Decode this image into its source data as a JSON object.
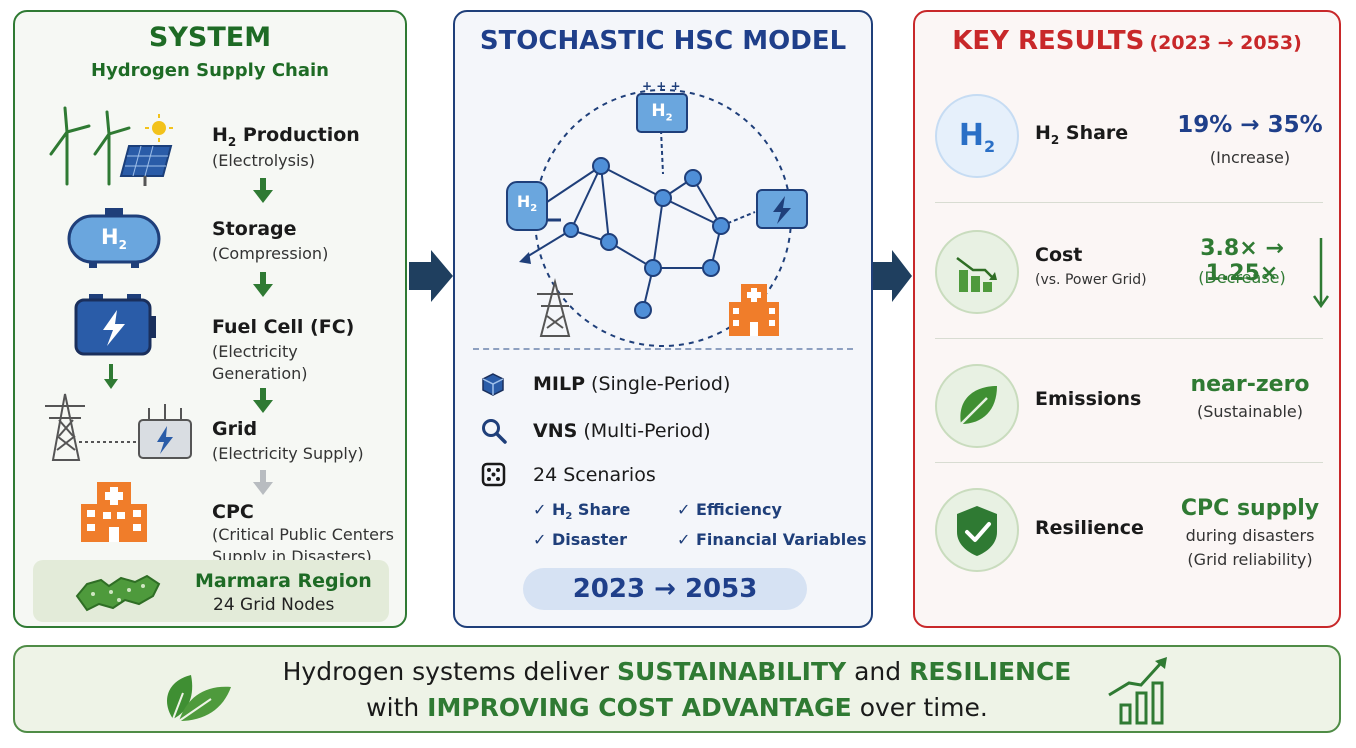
{
  "system": {
    "title": "SYSTEM",
    "subtitle": "Hydrogen Supply Chain",
    "steps": [
      {
        "label_pre": "H",
        "label_sub": "2",
        "label_post": " Production",
        "sub": "(Electrolysis)"
      },
      {
        "label": "Storage",
        "sub": "(Compression)"
      },
      {
        "label": "Fuel Cell (FC)",
        "sub1": "(Electricity",
        "sub2": "Generation)"
      },
      {
        "label": "Grid",
        "sub": "(Electricity Supply)"
      },
      {
        "label": "CPC",
        "sub1": "(Critical Public Centers",
        "sub2": "Supply in Disasters)"
      }
    ],
    "region": {
      "name": "Marmara Region",
      "nodes": "24 Grid Nodes"
    },
    "tank_text": "H",
    "tank_sub": "2"
  },
  "model": {
    "title": "STOCHASTIC HSC MODEL",
    "items": [
      {
        "bold": "MILP",
        "rest": " (Single-Period)"
      },
      {
        "bold": "VNS",
        "rest": " (Multi-Period)"
      },
      {
        "bold": "",
        "rest": "24 Scenarios"
      }
    ],
    "checks": [
      {
        "pre": "✓ H",
        "sub": "2",
        "post": " Share"
      },
      {
        "pre": "✓ Efficiency",
        "sub": "",
        "post": ""
      },
      {
        "pre": "✓ Disaster",
        "sub": "",
        "post": ""
      },
      {
        "pre": "✓ Financial Variables",
        "sub": "",
        "post": ""
      }
    ],
    "period": "2023 → 2053",
    "icon_h2": "H",
    "icon_h2_sub": "2"
  },
  "results": {
    "title": "KEY RESULTS",
    "title_range": "(2023 → 2053)",
    "rows": [
      {
        "name_pre": "H",
        "name_sub": "2",
        "name_post": " Share",
        "icon_text": "H",
        "icon_sub": "2",
        "value": "19% → 35%",
        "sub": "(Increase)"
      },
      {
        "name": "Cost",
        "note": "(vs. Power Grid)",
        "value": "3.8× → 1.25×",
        "sub": "(Decrease)"
      },
      {
        "name": "Emissions",
        "value": "near-zero",
        "sub": "(Sustainable)"
      },
      {
        "name": "Resilience",
        "value": "CPC supply",
        "sub1": "during disasters",
        "sub2": "(Grid reliability)"
      }
    ]
  },
  "banner": {
    "l1_a": "Hydrogen systems deliver ",
    "l1_b": "SUSTAINABILITY",
    "l1_c": " and ",
    "l1_d": "RESILIENCE",
    "l2_a": "with ",
    "l2_b": "IMPROVING COST ADVANTAGE",
    "l2_c": " over time."
  },
  "colors": {
    "green": "#2f7a33",
    "blue": "#1f3f8a",
    "red": "#c8282a",
    "orange": "#f07d2a"
  }
}
